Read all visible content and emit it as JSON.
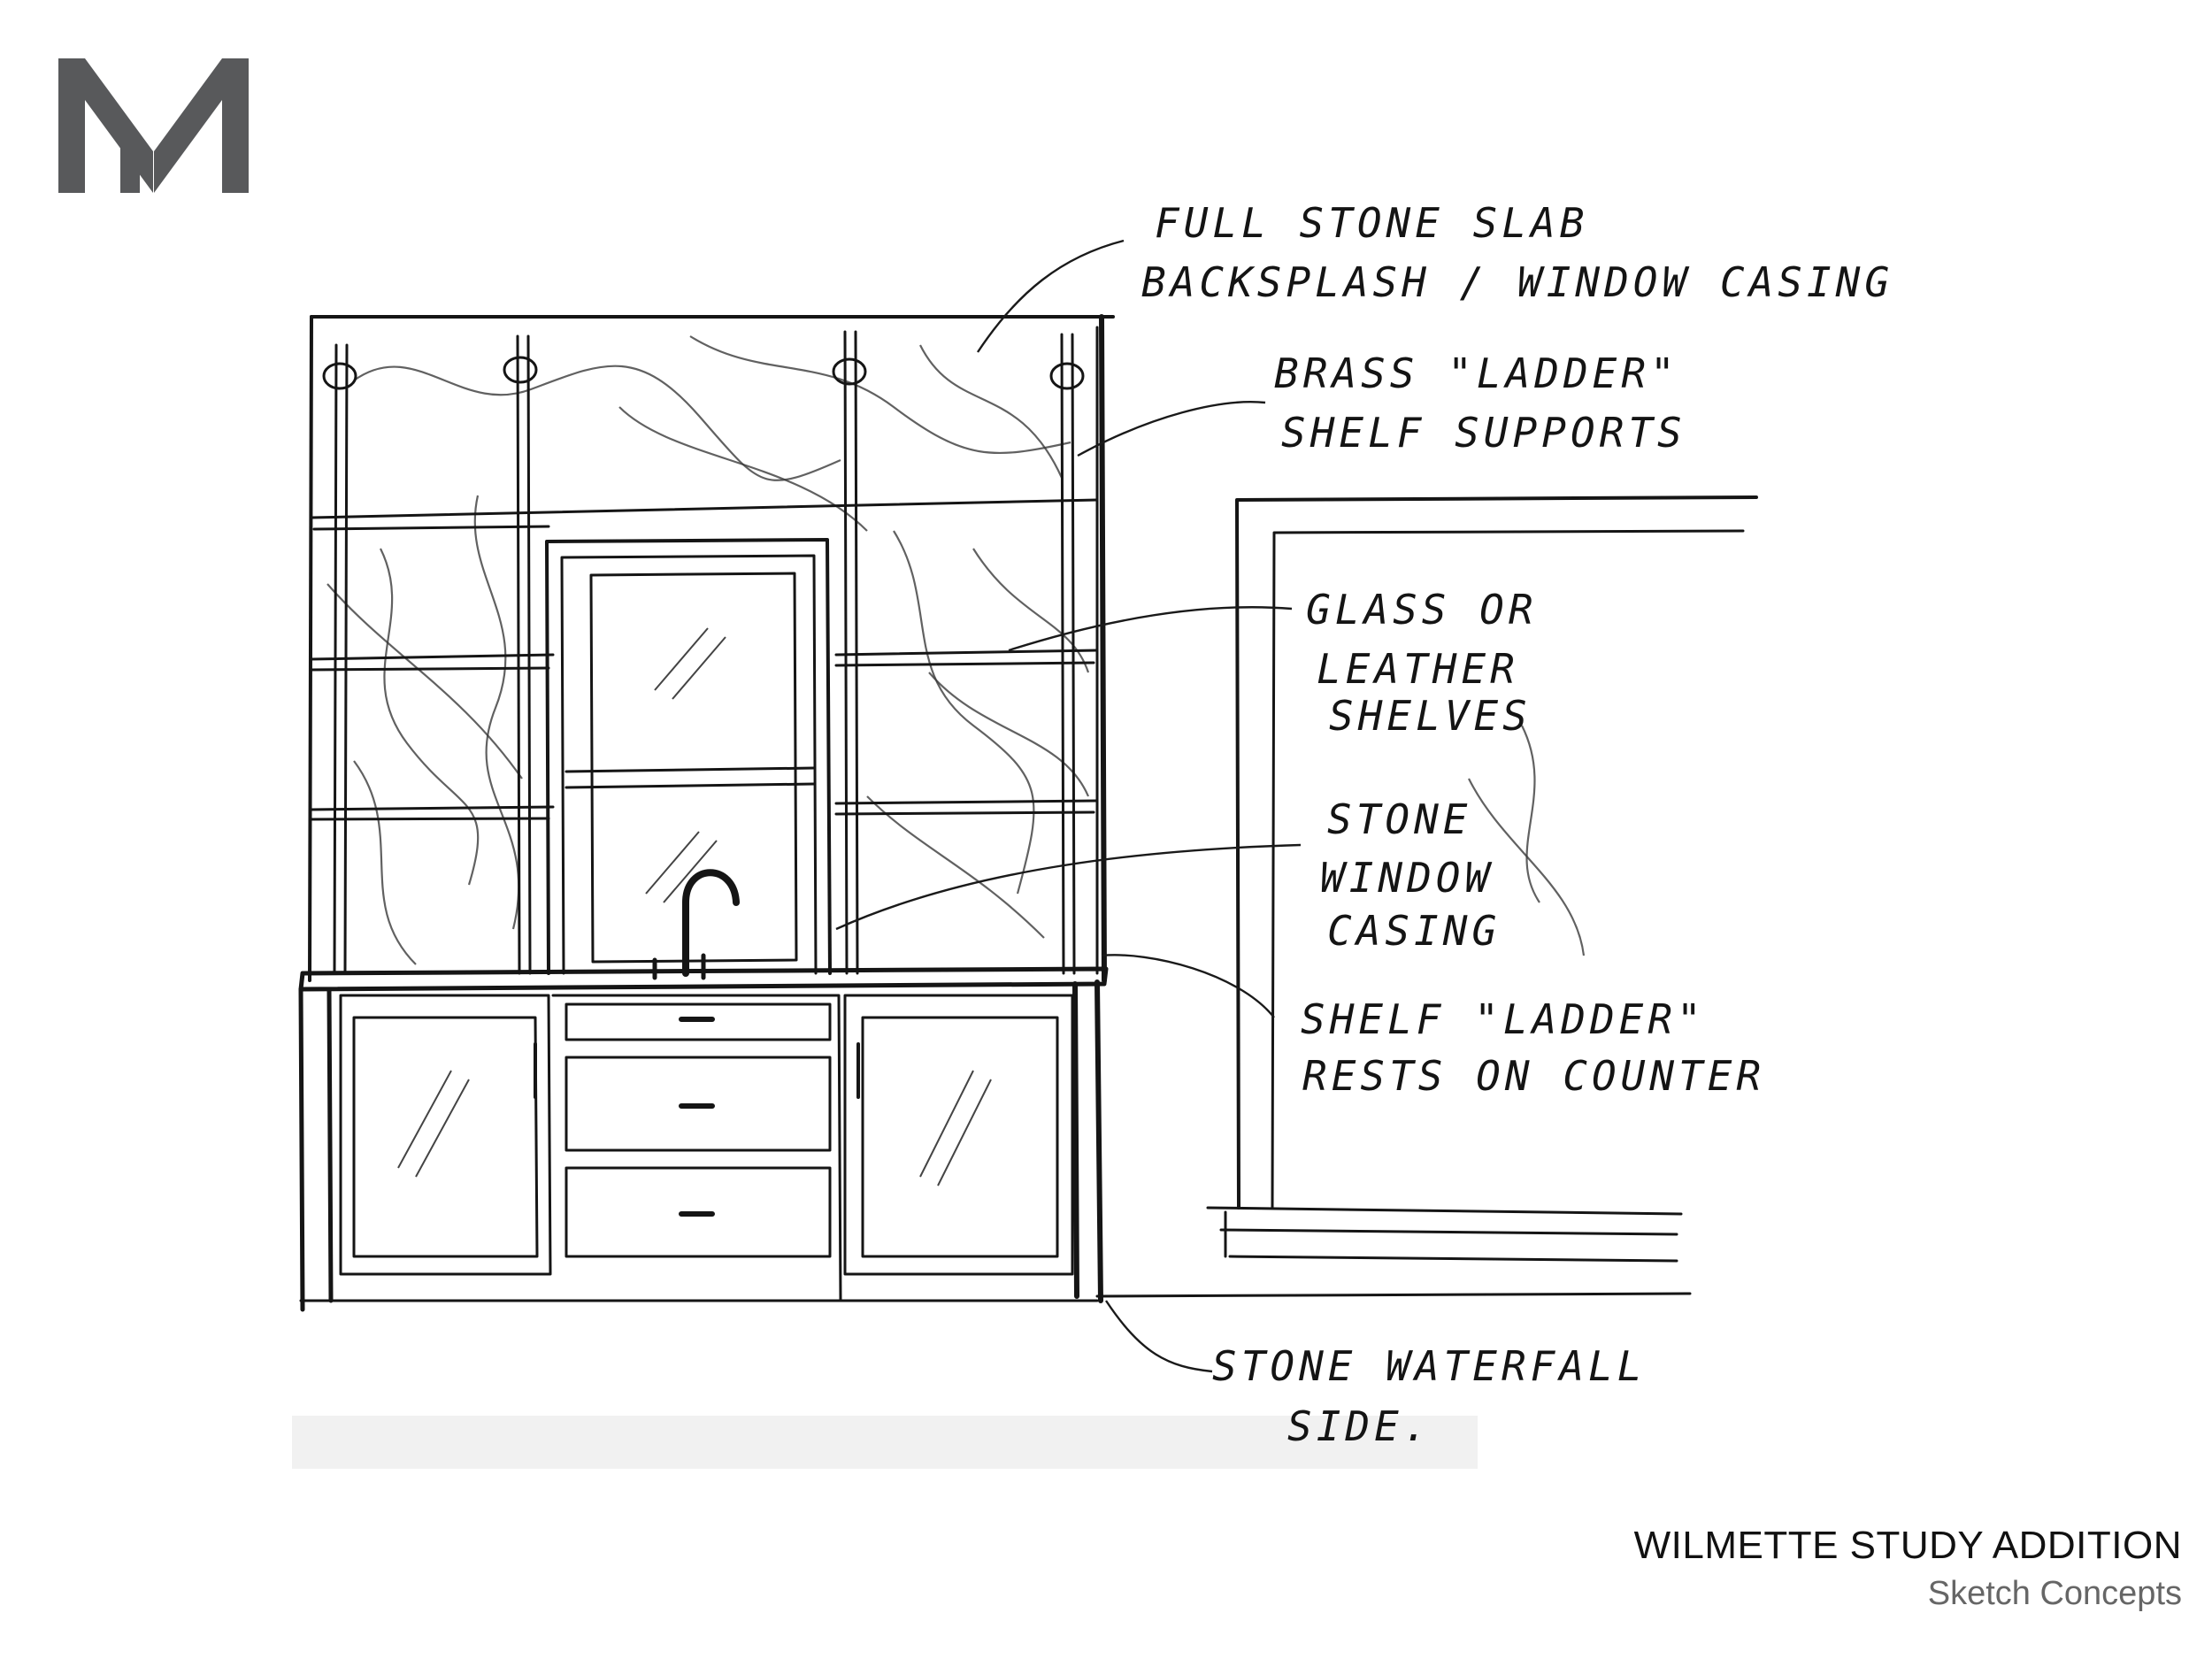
{
  "logo": {
    "letters": "NM",
    "color": "#58595b"
  },
  "notes": [
    {
      "id": "backsplash",
      "lines": [
        "FULL STONE SLAB",
        "BACKSPLASH / WINDOW CASING"
      ]
    },
    {
      "id": "supports",
      "lines": [
        "BRASS \"LADDER\"",
        "SHELF SUPPORTS"
      ]
    },
    {
      "id": "shelves",
      "lines": [
        "GLASS OR",
        "LEATHER",
        "SHELVES"
      ]
    },
    {
      "id": "casing",
      "lines": [
        "STONE",
        "WINDOW",
        "CASING"
      ]
    },
    {
      "id": "rests",
      "lines": [
        "SHELF \"LADDER\"",
        "RESTS ON COUNTER"
      ]
    },
    {
      "id": "waterfall",
      "lines": [
        "STONE WATERFALL",
        "SIDE."
      ]
    }
  ],
  "title_block": {
    "title": "WILMETTE STUDY ADDITION",
    "subtitle": "Sketch Concepts"
  }
}
